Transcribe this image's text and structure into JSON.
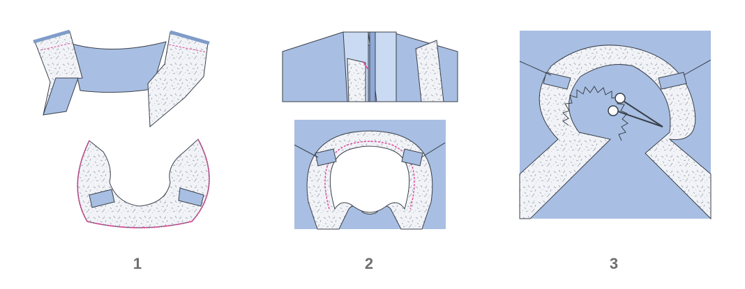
{
  "colors": {
    "fabric_blue": "#a8bfe3",
    "fabric_light": "#c9daf2",
    "interfacing": "#f1f3f7",
    "outline": "#3a3f4a",
    "stitch": "#e0489a",
    "label": "#6d6e70"
  },
  "steps": [
    {
      "number": "1"
    },
    {
      "number": "2"
    },
    {
      "number": "3"
    }
  ],
  "icons": {
    "scissors": "scissors-icon"
  }
}
